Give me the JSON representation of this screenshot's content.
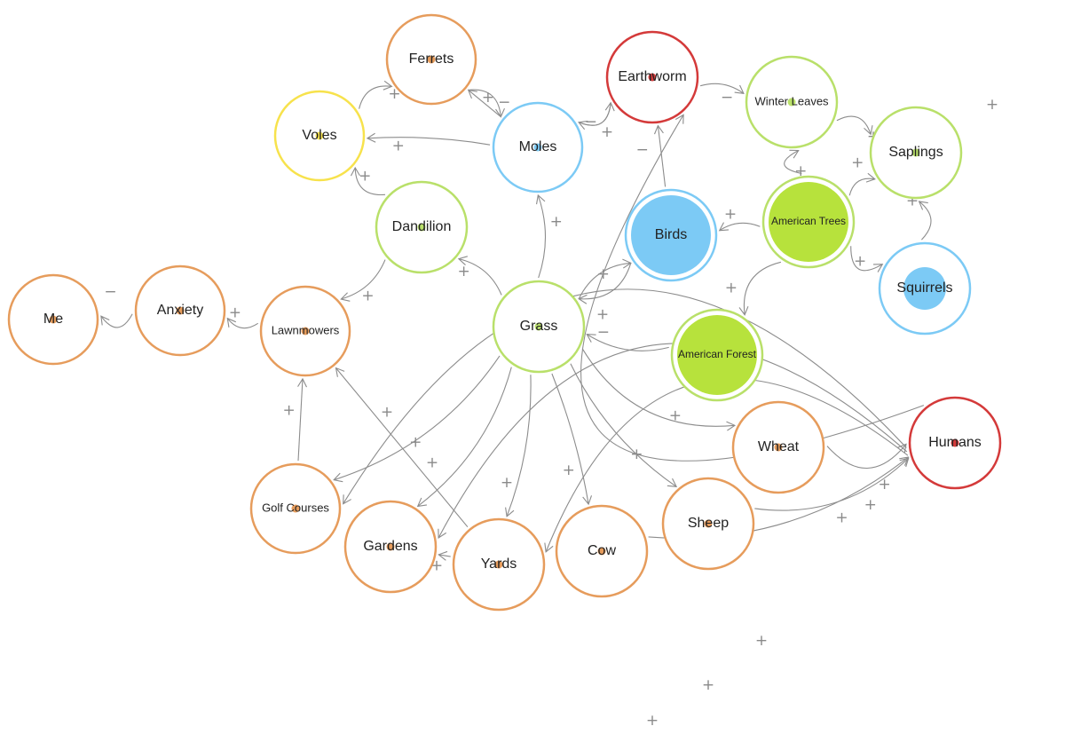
{
  "colors": {
    "orange": "#e69c5c",
    "yellow": "#f7e24c",
    "blue": "#7ccaf5",
    "green": "#b9e06a",
    "green_fill": "#b7e23c",
    "red": "#d43a3a",
    "edge": "#8c8c8c",
    "sign": "#8a8a8a"
  },
  "nodes": [
    {
      "id": "me",
      "label": "Me",
      "color": "orange",
      "style": "plain"
    },
    {
      "id": "anxiety",
      "label": "Anxiety",
      "color": "orange",
      "style": "plain"
    },
    {
      "id": "lawnmowers",
      "label": "Lawnmowers",
      "color": "orange",
      "style": "plain"
    },
    {
      "id": "voles",
      "label": "Voles",
      "color": "yellow",
      "style": "plain"
    },
    {
      "id": "ferrets",
      "label": "Ferrets",
      "color": "orange",
      "style": "plain"
    },
    {
      "id": "moles",
      "label": "Moles",
      "color": "blue",
      "style": "plain"
    },
    {
      "id": "earthworm",
      "label": "Earthworm",
      "color": "red",
      "style": "plain"
    },
    {
      "id": "winter_leaves",
      "label": "Winter Leaves",
      "color": "green",
      "style": "plain"
    },
    {
      "id": "saplings",
      "label": "Saplings",
      "color": "green",
      "style": "plain"
    },
    {
      "id": "dandilion",
      "label": "Dandilion",
      "color": "green",
      "style": "plain"
    },
    {
      "id": "birds",
      "label": "Birds",
      "color": "blue",
      "style": "filled"
    },
    {
      "id": "american_trees",
      "label": "American Trees",
      "color": "green",
      "style": "filled"
    },
    {
      "id": "squirrels",
      "label": "Squirrels",
      "color": "blue",
      "style": "core"
    },
    {
      "id": "grass",
      "label": "Grass",
      "color": "green",
      "style": "plain"
    },
    {
      "id": "american_forest",
      "label": "American Forest",
      "color": "green",
      "style": "filled"
    },
    {
      "id": "wheat",
      "label": "Wheat",
      "color": "orange",
      "style": "plain"
    },
    {
      "id": "humans",
      "label": "Humans",
      "color": "red",
      "style": "plain"
    },
    {
      "id": "golf_courses",
      "label": "Golf Courses",
      "color": "orange",
      "style": "plain"
    },
    {
      "id": "gardens",
      "label": "Gardens",
      "color": "orange",
      "style": "plain"
    },
    {
      "id": "yards",
      "label": "Yards",
      "color": "orange",
      "style": "plain"
    },
    {
      "id": "cow",
      "label": "Cow",
      "color": "orange",
      "style": "plain"
    },
    {
      "id": "sheep",
      "label": "Sheep",
      "color": "orange",
      "style": "plain"
    }
  ],
  "edges": [
    {
      "from": "anxiety",
      "to": "me",
      "sign": "−"
    },
    {
      "from": "lawnmowers",
      "to": "anxiety",
      "sign": "+"
    },
    {
      "from": "voles",
      "to": "ferrets",
      "sign": "+"
    },
    {
      "from": "ferrets",
      "to": "moles",
      "sign": "−"
    },
    {
      "from": "moles",
      "to": "ferrets",
      "sign": "+"
    },
    {
      "from": "moles",
      "to": "voles",
      "sign": "+"
    },
    {
      "from": "moles",
      "to": "earthworm",
      "sign": "−"
    },
    {
      "from": "earthworm",
      "to": "moles",
      "sign": "+"
    },
    {
      "from": "earthworm",
      "to": "winter_leaves",
      "sign": "−"
    },
    {
      "from": "birds",
      "to": "earthworm",
      "sign": "−"
    },
    {
      "from": "winter_leaves",
      "to": "saplings",
      "sign": "+"
    },
    {
      "from": "american_trees",
      "to": "winter_leaves",
      "sign": "+"
    },
    {
      "from": "american_trees",
      "to": "saplings",
      "sign": "+"
    },
    {
      "from": "american_trees",
      "to": "birds",
      "sign": "+"
    },
    {
      "from": "american_trees",
      "to": "squirrels",
      "sign": "+"
    },
    {
      "from": "american_trees",
      "to": "american_forest",
      "sign": "+"
    },
    {
      "from": "squirrels",
      "to": "saplings",
      "sign": "+"
    },
    {
      "from": "dandilion",
      "to": "voles",
      "sign": "+"
    },
    {
      "from": "dandilion",
      "to": "lawnmowers",
      "sign": "+"
    },
    {
      "from": "grass",
      "to": "moles",
      "sign": "+"
    },
    {
      "from": "grass",
      "to": "dandilion",
      "sign": "+"
    },
    {
      "from": "grass",
      "to": "birds",
      "sign": "+"
    },
    {
      "from": "birds",
      "to": "grass",
      "sign": "+"
    },
    {
      "from": "american_forest",
      "to": "grass",
      "sign": "−"
    },
    {
      "from": "grass",
      "to": "golf_courses",
      "sign": "+"
    },
    {
      "from": "grass",
      "to": "gardens",
      "sign": "+"
    },
    {
      "from": "grass",
      "to": "yards",
      "sign": "+"
    },
    {
      "from": "grass",
      "to": "cow",
      "sign": "+"
    },
    {
      "from": "grass",
      "to": "sheep",
      "sign": "+"
    },
    {
      "from": "grass",
      "to": "wheat",
      "sign": "+"
    },
    {
      "from": "golf_courses",
      "to": "lawnmowers",
      "sign": "+"
    },
    {
      "from": "yards",
      "to": "lawnmowers",
      "sign": "+"
    },
    {
      "from": "yards",
      "to": "gardens",
      "sign": "+"
    },
    {
      "from": "wheat",
      "to": "humans",
      "sign": "+"
    },
    {
      "from": "sheep",
      "to": "humans",
      "sign": "+"
    },
    {
      "from": "cow",
      "to": "humans",
      "sign": "+"
    },
    {
      "from": "humans",
      "to": "earthworm",
      "sign": "+"
    },
    {
      "from": "humans",
      "to": "yards",
      "sign": "+"
    },
    {
      "from": "humans",
      "to": "gardens",
      "sign": "+"
    },
    {
      "from": "humans",
      "to": "golf_courses",
      "sign": "+"
    }
  ]
}
